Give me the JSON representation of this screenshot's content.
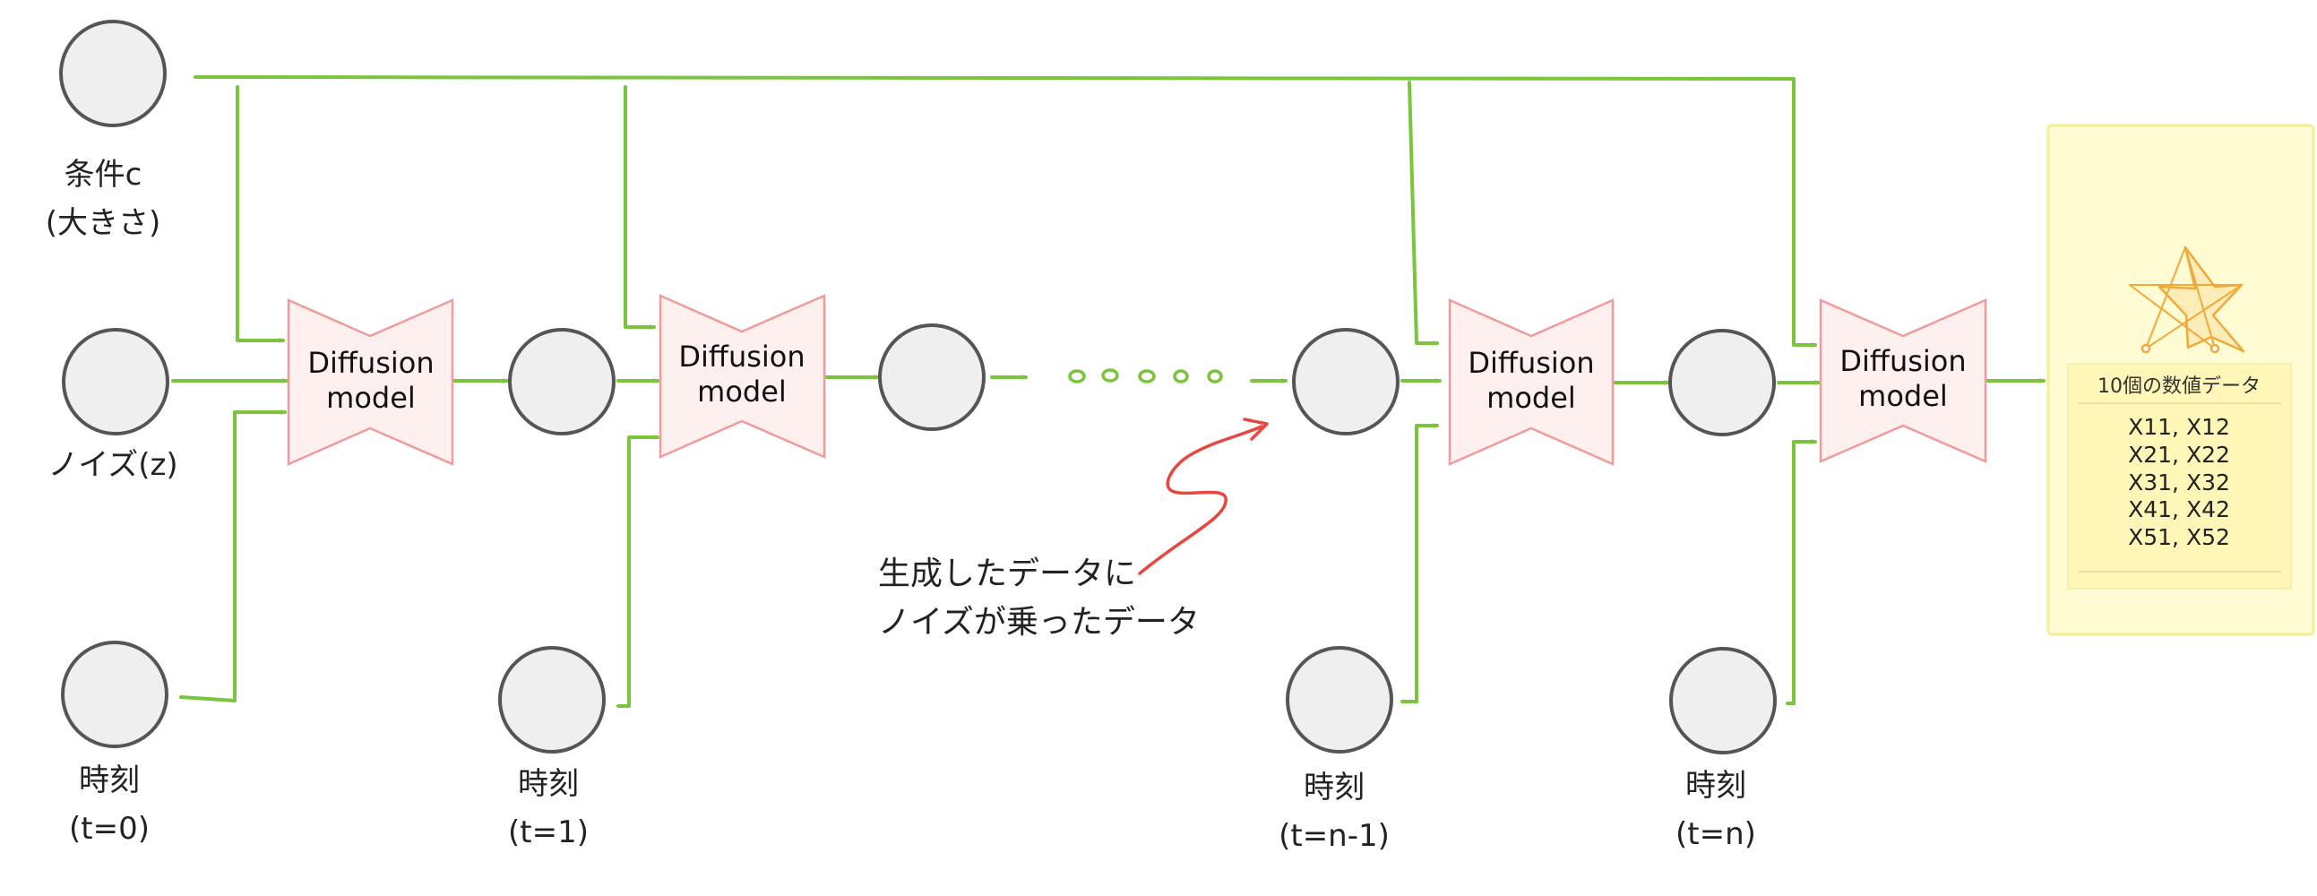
{
  "colors": {
    "connector": "#7cc43d",
    "model_fill": "#fff0f0",
    "model_stroke": "#f19a9a",
    "node_fill": "#efefef",
    "node_stroke": "#555555",
    "annotation_arrow": "#e8473f",
    "output_fill": "#fffbd2",
    "output_stroke": "#f2ef94",
    "star": "#f0a93a"
  },
  "inputs": {
    "condition_label_line1": "条件c",
    "condition_label_line2": "(大きさ)",
    "noise_label": "ノイズ(z)"
  },
  "model_label_line1": "Diffusion",
  "model_label_line2": "model",
  "time_steps": [
    {
      "line1": "時刻",
      "line2": "(t=0)"
    },
    {
      "line1": "時刻",
      "line2": "(t=1)"
    },
    {
      "line1": "時刻",
      "line2": "(t=n-1)"
    },
    {
      "line1": "時刻",
      "line2": "(t=n)"
    }
  ],
  "annotation": {
    "line1": "生成したデータに",
    "line2": "ノイズが乗ったデータ"
  },
  "output": {
    "icon": "star-icon",
    "title": "10個の数値データ",
    "rows": [
      "X11, X12",
      "X21, X22",
      "X31, X32",
      "X41, X42",
      "X51, X52"
    ]
  }
}
